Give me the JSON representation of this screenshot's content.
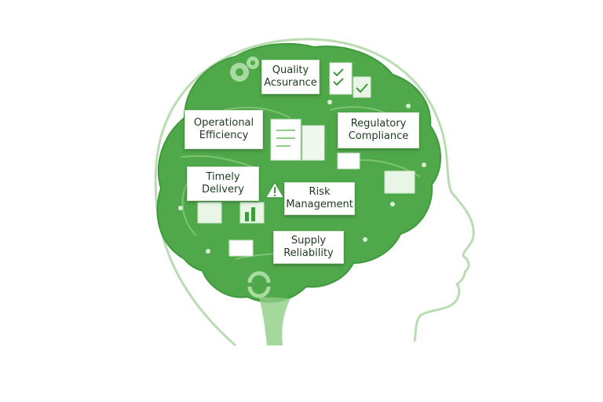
{
  "labels": {
    "quality": [
      "Quality",
      "Acsurance"
    ],
    "operational": [
      "Operational",
      "Efficiency"
    ],
    "regulatory": [
      "Regulatory",
      "Compliance"
    ],
    "timely": [
      "Timely",
      "Delivery"
    ],
    "risk": [
      "Risk",
      "Management"
    ],
    "supply": [
      "Supply",
      "Reliability"
    ]
  },
  "colors": {
    "brain_dark": "#3f9a3c",
    "brain_mid": "#56ad4f",
    "brain_light": "#8fce84",
    "outline": "#b9dcb3",
    "label_text": "#1e3a1e"
  },
  "icons": [
    "gear-icon",
    "checklist-icon",
    "document-icon",
    "warning-icon",
    "chart-icon",
    "recycle-icon"
  ]
}
